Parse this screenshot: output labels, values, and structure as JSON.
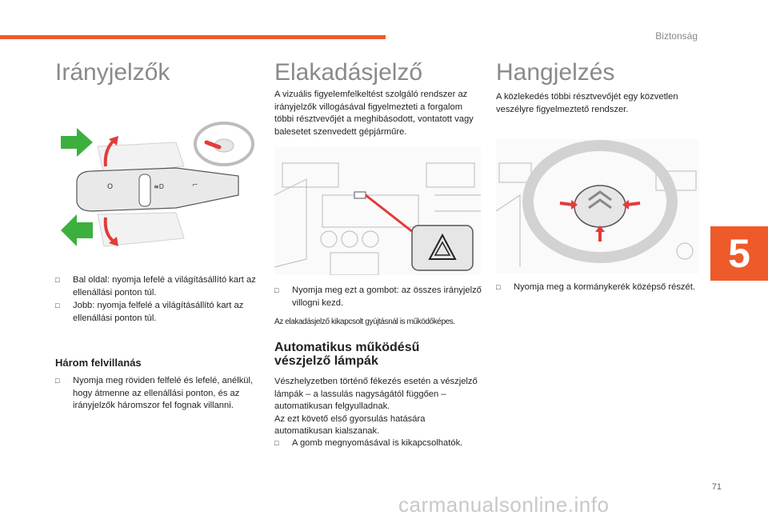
{
  "header": {
    "section": "Biztonság"
  },
  "chapter": {
    "number": "5"
  },
  "footer": {
    "page": "71",
    "watermark": "carmanualsonline.info"
  },
  "col1": {
    "title": "Irányjelzők",
    "bullets": [
      "Bal oldal: nyomja lefelé a világításállító kart az ellenállási ponton túl.",
      "Jobb: nyomja felfelé a világításállító kart az ellenállási ponton túl."
    ],
    "subheading": "Három felvillanás",
    "sub_bullets": [
      "Nyomja meg röviden felfelé és lefelé, anélkül, hogy átmenne az ellenállási ponton, és az irányjelzők háromszor fel fognak villanni."
    ]
  },
  "col2": {
    "title": "Elakadásjelző",
    "intro": "A vizuális figyelemfelkeltést szolgáló rendszer az irányjelzők villogásával figyelmezteti a forgalom többi résztvevőjét a meghibásodott, vontatott vagy balesetet szenvedett gépjárműre.",
    "bullets": [
      "Nyomja meg ezt a gombot: az összes irányjelző villogni kezd."
    ],
    "note": "Az elakadásjelző kikapcsolt gyújtásnál is működőképes.",
    "heading2": "Automatikus működésű vészjelző lámpák",
    "para2": "Vészhelyzetben történő fékezés esetén a vészjelző lámpák – a lassulás nagyságától függően – automatikusan felgyulladnak.\nAz ezt követő első gyorsulás hatására automatikusan kialszanak.",
    "bullets2": [
      "A gomb megnyomásával is kikapcsolhatók."
    ]
  },
  "col3": {
    "title": "Hangjelzés",
    "intro": "A közlekedés többi résztvevőjét egy közvetlen veszélyre figyelmeztető rendszer.",
    "bullets": [
      "Nyomja meg a kormánykerék középső részét."
    ]
  },
  "icons": {
    "bullet": "bullet-marker-icon",
    "hazard": "hazard-triangle-icon"
  },
  "colors": {
    "accent": "#ee5a2a",
    "arrow_green": "#3cb03c",
    "arrow_red": "#e23b3b"
  }
}
